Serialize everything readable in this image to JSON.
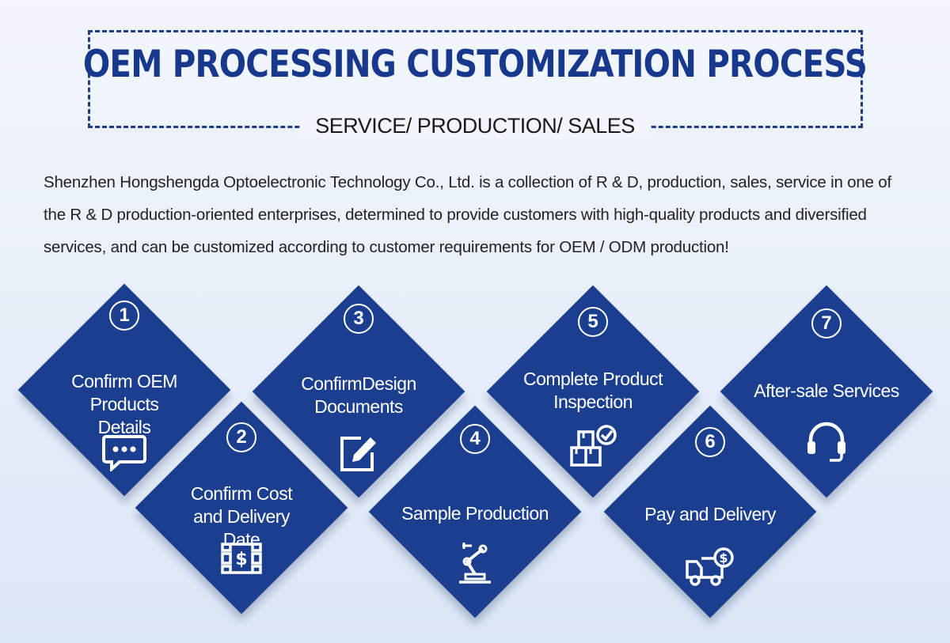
{
  "header": {
    "title": "OEM PROCESSING CUSTOMIZATION PROCESS",
    "subtitle": "SERVICE/ PRODUCTION/ SALES"
  },
  "description": "Shenzhen Hongshengda Optoelectronic Technology Co., Ltd. is a collection of R & D, production, sales, service in one of the R & D production-oriented enterprises, determined to provide customers with high-quality products and diversified services, and can be customized according to customer requirements for OEM / ODM production!",
  "steps": [
    {
      "num": "1",
      "label": "Confirm OEM Products Details",
      "icon": "chat-bubble-icon"
    },
    {
      "num": "2",
      "label": "Confirm Cost and Delivery Date",
      "icon": "ticket-dollar-icon"
    },
    {
      "num": "3",
      "label": "ConfirmDesign Documents",
      "icon": "edit-document-icon"
    },
    {
      "num": "4",
      "label": "Sample Production",
      "icon": "robot-arm-icon"
    },
    {
      "num": "5",
      "label": "Complete Product Inspection",
      "icon": "boxes-check-icon"
    },
    {
      "num": "6",
      "label": "Pay and Delivery",
      "icon": "delivery-truck-dollar-icon"
    },
    {
      "num": "7",
      "label": "After-sale Services",
      "icon": "headset-icon"
    }
  ],
  "colors": {
    "accent": "#1b3f8e",
    "title": "#17388d",
    "background": "#eef2fa"
  }
}
